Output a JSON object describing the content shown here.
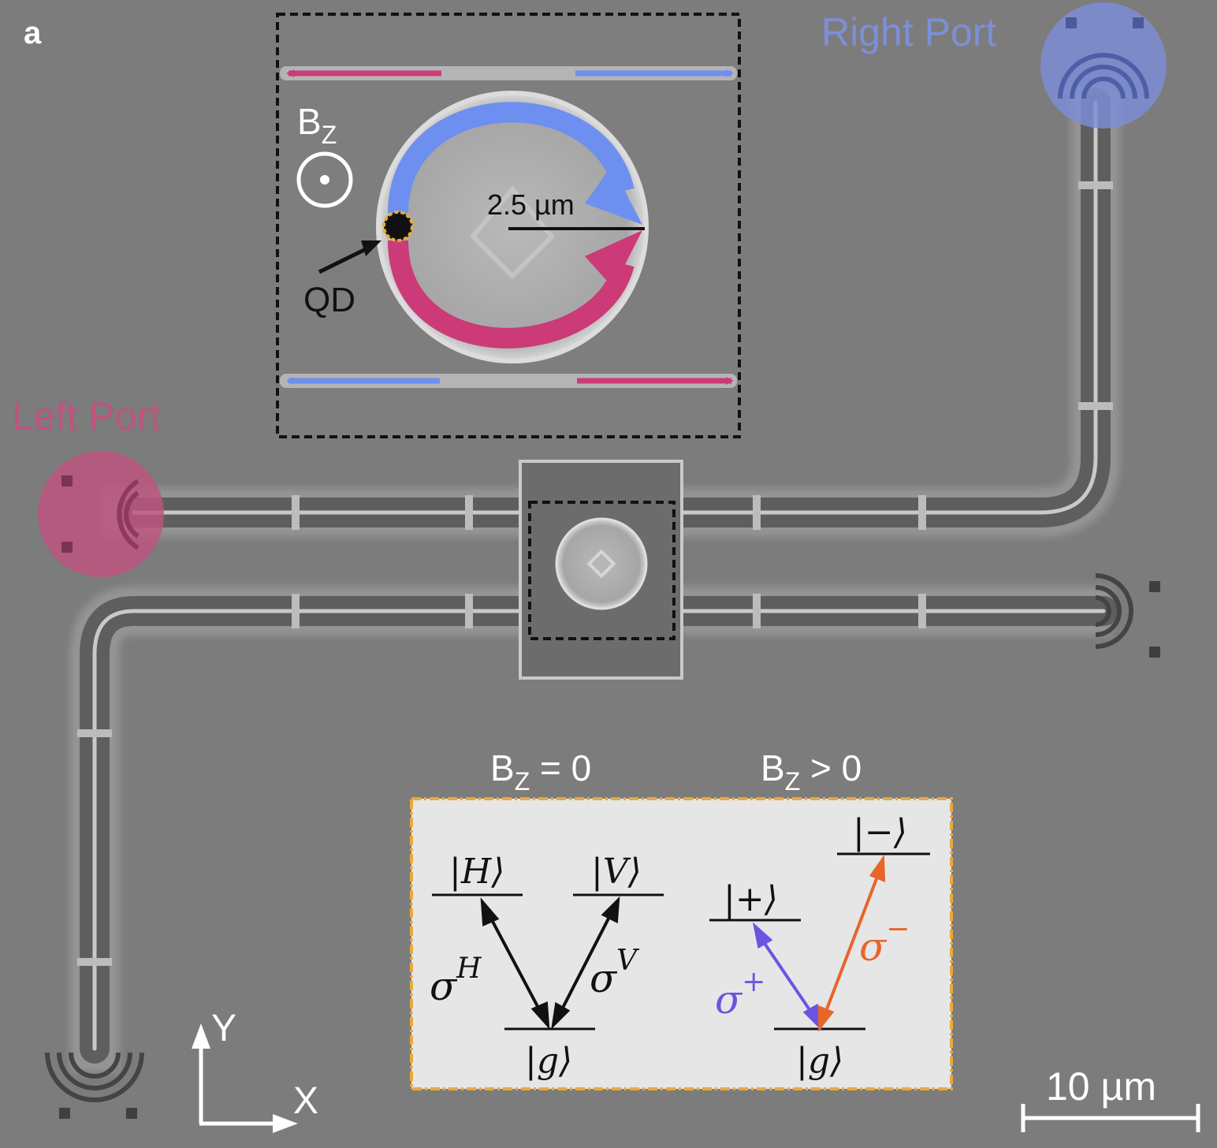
{
  "panel_label": "a",
  "ports": {
    "left": "Left Port",
    "right": "Right Port"
  },
  "inset": {
    "bz_base": "B",
    "bz_sub": "Z",
    "radius_label": "2.5 µm",
    "qd_label": "QD"
  },
  "axes": {
    "y": "Y",
    "x": "X"
  },
  "scale_bar": "10 µm",
  "energy": {
    "left_title_base": "B",
    "left_title_sub": "Z",
    "left_title_rest": " = 0",
    "right_title_base": "B",
    "right_title_sub": "Z",
    "right_title_rest": " > 0",
    "left_upper_1": "|H⟩",
    "left_upper_2": "|V⟩",
    "left_ground": "|g⟩",
    "right_upper_1": "|+⟩",
    "right_upper_2": "|−⟩",
    "right_ground": "|g⟩",
    "sigma": "σ",
    "sup_H": "H",
    "sup_V": "V",
    "sup_plus": "+",
    "sup_minus": "−"
  },
  "colors": {
    "background": "#7c7c7c",
    "red_arrow": "#cc3a78",
    "blue_arrow": "#6d8ff0",
    "left_port": "#c0537f",
    "right_port": "#7d8fd8",
    "sigma_plus": "#6a55e0",
    "sigma_minus": "#e8652a",
    "inset_border": "#e9a93a"
  }
}
